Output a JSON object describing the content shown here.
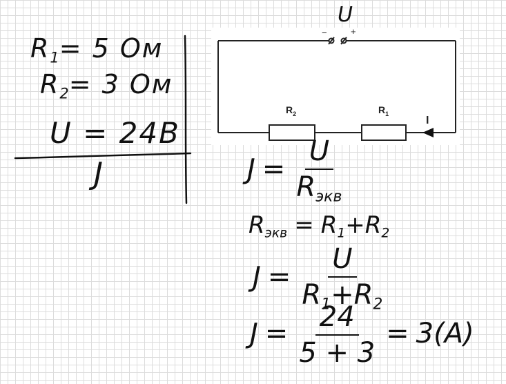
{
  "given": {
    "r1_symbol": "R",
    "r1_index": "1",
    "r1_value": "= 5 Ом",
    "r2_symbol": "R",
    "r2_index": "2",
    "r2_value": "= 3 Ом",
    "u": "U = 24В",
    "unknown": "J"
  },
  "circuit": {
    "source_label": "U",
    "minus": "−",
    "plus": "+",
    "r2_symbol": "R",
    "r2_index": "2",
    "r1_symbol": "R",
    "r1_index": "1",
    "current_label": "I"
  },
  "solution": {
    "f1": {
      "lhs": "J",
      "eq": "=",
      "num": "U",
      "den_symbol": "R",
      "den_index": "экв"
    },
    "f2": {
      "lhs_symbol": "R",
      "lhs_index": "экв",
      "eq": "=",
      "t1_symbol": "R",
      "t1_index": "1",
      "plus": "+",
      "t2_symbol": "R",
      "t2_index": "2"
    },
    "f3": {
      "lhs": "J",
      "eq": "=",
      "num": "U",
      "d1_symbol": "R",
      "d1_index": "1",
      "plus": "+",
      "d2_symbol": "R",
      "d2_index": "2"
    },
    "f4": {
      "lhs": "J",
      "eq": "=",
      "num": "24",
      "den": "5 + 3",
      "eq2": "=",
      "result": "3",
      "unit": "(A)"
    }
  }
}
